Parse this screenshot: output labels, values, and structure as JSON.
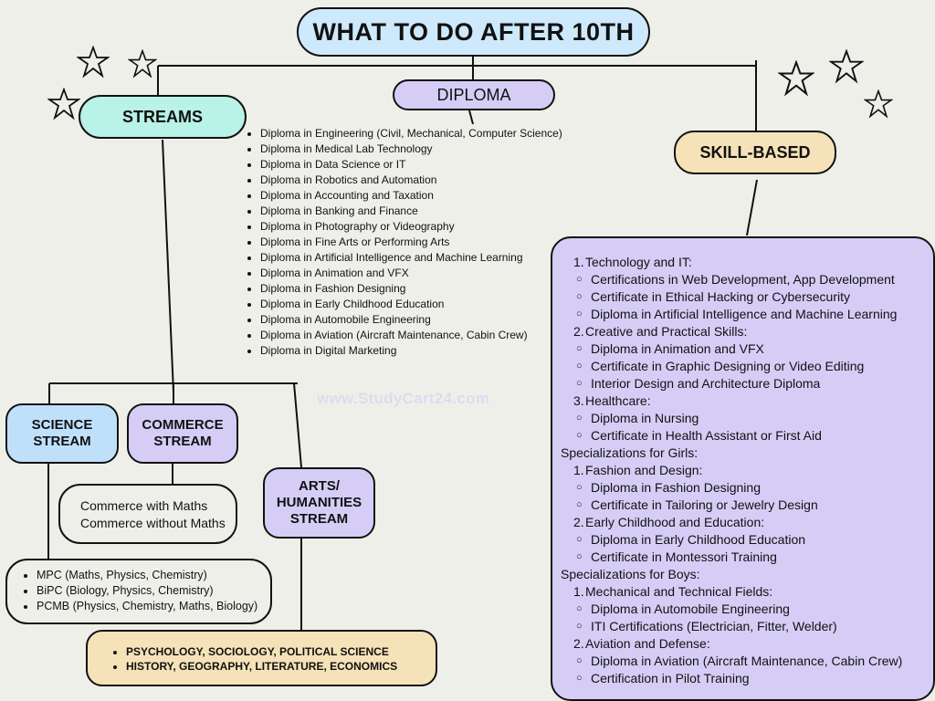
{
  "title": "WHAT TO DO AFTER 10TH",
  "watermark": "www.StudyCart24.com",
  "streams": {
    "label": "STREAMS",
    "science": {
      "line1": "SCIENCE",
      "line2": "STREAM",
      "options": [
        "MPC (Maths, Physics, Chemistry)",
        "BiPC (Biology, Physics, Chemistry)",
        "PCMB (Physics, Chemistry, Maths, Biology)"
      ]
    },
    "commerce": {
      "line1": "COMMERCE",
      "line2": "STREAM",
      "options": [
        "Commerce with Maths",
        "Commerce without Maths"
      ]
    },
    "arts": {
      "line1": "ARTS/",
      "line2": "HUMANITIES",
      "line3": "STREAM",
      "options": [
        "PSYCHOLOGY, SOCIOLOGY, POLITICAL SCIENCE",
        "HISTORY, GEOGRAPHY, LITERATURE, ECONOMICS"
      ]
    }
  },
  "diploma": {
    "label": "DIPLOMA",
    "items": [
      "Diploma in Engineering (Civil, Mechanical, Computer Science)",
      "Diploma in Medical Lab Technology",
      "Diploma in Data Science or IT",
      "Diploma in Robotics and Automation",
      "Diploma in Accounting and Taxation",
      "Diploma in Banking and Finance",
      "Diploma in Photography or Videography",
      "Diploma in Fine Arts or Performing Arts",
      "Diploma in Artificial Intelligence and Machine Learning",
      "Diploma in Animation and VFX",
      "Diploma in Fashion Designing",
      "Diploma in Early Childhood Education",
      "Diploma in Automobile Engineering",
      "Diploma in Aviation (Aircraft Maintenance, Cabin Crew)",
      "Diploma in Digital Marketing"
    ]
  },
  "skill": {
    "label": "SKILL-BASED",
    "general": [
      {
        "num": "1.",
        "title": "Technology and IT:",
        "items": [
          "Certifications in Web Development, App Development",
          "Certificate in Ethical Hacking or Cybersecurity",
          "Diploma in Artificial Intelligence and Machine Learning"
        ]
      },
      {
        "num": "2.",
        "title": "Creative and Practical Skills:",
        "items": [
          "Diploma in Animation and VFX",
          "Certificate in Graphic Designing or Video Editing",
          "Interior Design and Architecture Diploma"
        ]
      },
      {
        "num": "3.",
        "title": "Healthcare:",
        "items": [
          "Diploma in Nursing",
          "Certificate in Health Assistant or First Aid"
        ]
      }
    ],
    "girls_heading": "Specializations for Girls:",
    "girls": [
      {
        "num": "1.",
        "title": "Fashion and Design:",
        "items": [
          "Diploma in Fashion Designing",
          "Certificate in Tailoring or Jewelry Design"
        ]
      },
      {
        "num": "2.",
        "title": "Early Childhood and Education:",
        "items": [
          "Diploma in Early Childhood Education",
          "Certificate in Montessori Training"
        ]
      }
    ],
    "boys_heading": "Specializations for Boys:",
    "boys": [
      {
        "num": "1.",
        "title": "Mechanical and Technical Fields:",
        "items": [
          "Diploma in Automobile Engineering",
          "ITI Certifications (Electrician, Fitter, Welder)"
        ]
      },
      {
        "num": "2.",
        "title": "Aviation and Defense:",
        "items": [
          "Diploma in Aviation (Aircraft Maintenance, Cabin Crew)",
          "Certification in Pilot Training"
        ]
      }
    ]
  }
}
